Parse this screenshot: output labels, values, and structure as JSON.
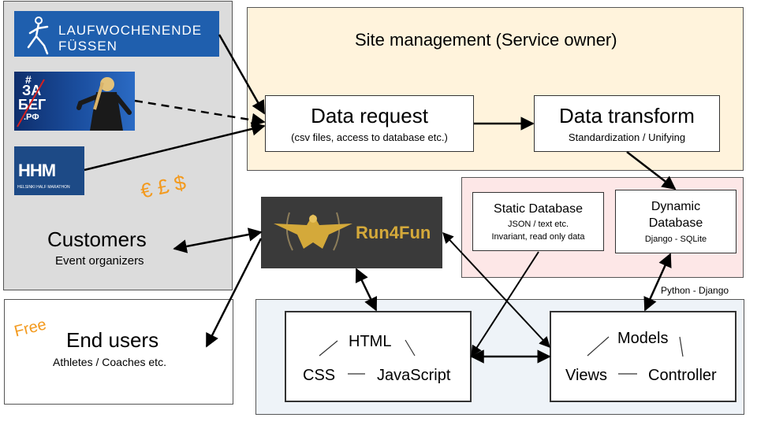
{
  "logos": {
    "laufwochenende_line1": "LAUFWOCHENENDE",
    "laufwochenende_line2": "FÜSSEN",
    "zabeg_line1": "#",
    "zabeg_line2": "ЗА",
    "zabeg_line3": "БЕГ",
    "zabeg_line4": ".РФ",
    "hhm_mark": "HHM",
    "hhm_caption": "HELSINKI HALF MARATHON",
    "run4fun": "Run4Fun"
  },
  "currency": "€ £ $",
  "customers": {
    "title": "Customers",
    "subtitle": "Event organizers"
  },
  "free_label": "Free",
  "end_users": {
    "title": "End users",
    "subtitle": "Athletes / Coaches etc."
  },
  "site_management": {
    "title": "Site management (Service owner)"
  },
  "data_request": {
    "title": "Data request",
    "subtitle": "(csv files, access to database etc.)"
  },
  "data_transform": {
    "title": "Data transform",
    "subtitle": "Standardization / Unifying"
  },
  "static_db": {
    "title": "Static Database",
    "line1": "JSON / text etc.",
    "line2": "Invariant, read only data"
  },
  "dynamic_db": {
    "title_line1": "Dynamic",
    "title_line2": "Database",
    "subtitle": "Django - SQLite"
  },
  "python_django": "Python - Django",
  "frontend": {
    "html": "HTML",
    "css": "CSS",
    "js": "JavaScript"
  },
  "backend": {
    "models": "Models",
    "views": "Views",
    "controller": "Controller"
  },
  "colors": {
    "orange_text": "#f39a1e",
    "arrow": "#000000"
  }
}
